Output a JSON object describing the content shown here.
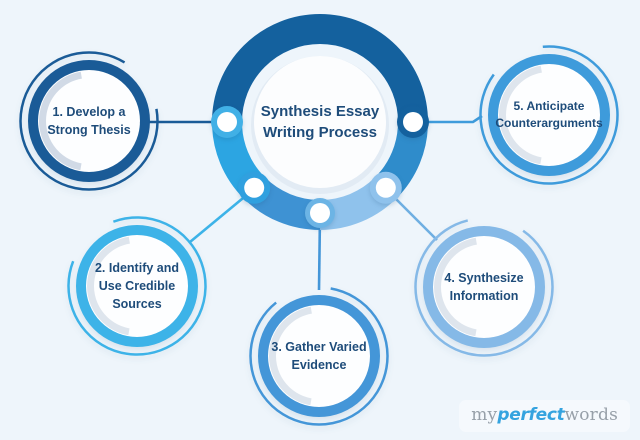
{
  "center": {
    "label": "Synthesis Essay\nWriting Process"
  },
  "steps": [
    {
      "num": 1,
      "label": "1. Develop a\nStrong Thesis",
      "ring_color": "#1A5B97",
      "line_color": "#1A5B97"
    },
    {
      "num": 2,
      "label": "2. Identify and\nUse Credible\nSources",
      "ring_color": "#3DB3E8",
      "line_color": "#3DB3E8"
    },
    {
      "num": 3,
      "label": "3. Gather Varied\nEvidence",
      "ring_color": "#4496D8",
      "line_color": "#4496D8"
    },
    {
      "num": 4,
      "label": "4. Synthesize\nInformation",
      "ring_color": "#85B9E7",
      "line_color": "#6FAFE2"
    },
    {
      "num": 5,
      "label": "5. Anticipate\nCounterarguments",
      "ring_color": "#3E9BDB",
      "line_color": "#3E9BDB"
    }
  ],
  "donut": {
    "segments": [
      {
        "name": "top",
        "color": "#14619E"
      },
      {
        "name": "right-lower",
        "color": "#2F8CCB"
      },
      {
        "name": "bottom-right",
        "color": "#8FC2EC"
      },
      {
        "name": "bottom-left",
        "color": "#3E92D3"
      },
      {
        "name": "left-lower",
        "color": "#2CA5E2"
      }
    ],
    "dots": [
      {
        "name": "left",
        "pad_color": "#41B0E6"
      },
      {
        "name": "right",
        "pad_color": "#14619E"
      },
      {
        "name": "bottom-left",
        "pad_color": "#30A0DF"
      },
      {
        "name": "bottom",
        "pad_color": "#6CB4E5"
      },
      {
        "name": "bottom-right",
        "pad_color": "#8FC2EC"
      }
    ]
  },
  "logo": {
    "prefix": "my",
    "highlight": "perfect",
    "suffix": "words"
  },
  "colors": {
    "background": "#EEF5FB",
    "text": "#1E4C7A",
    "pill": "#F5F9FD",
    "logo_gray": "#97A0A9",
    "logo_blue": "#34A3DF",
    "inner_circle": "#FCFDFE",
    "shadow_ring": "#E2EBF4"
  }
}
